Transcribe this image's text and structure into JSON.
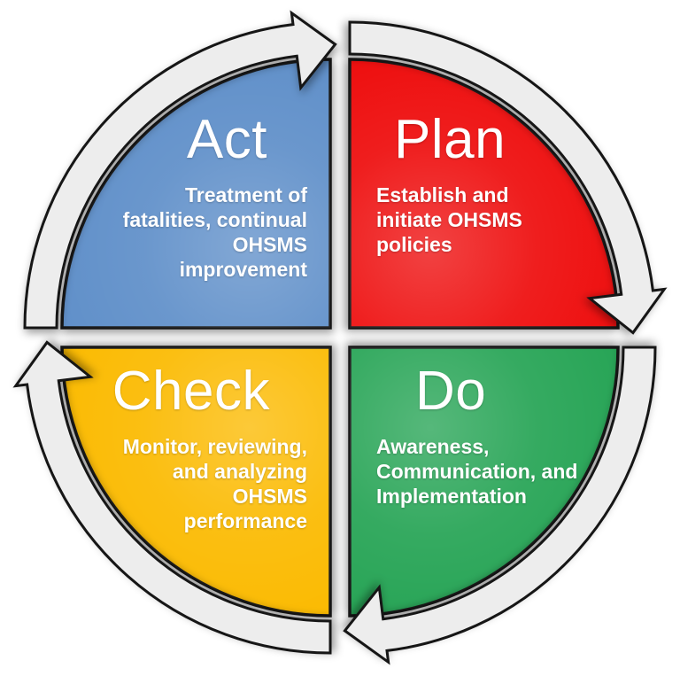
{
  "diagram": {
    "quadrants": [
      {
        "id": "act",
        "label": "Act",
        "description_lines": [
          "Treatment of",
          "fatalities, continual",
          "OHSMS",
          "improvement"
        ],
        "color": "#5E8FC9",
        "position": "top-left"
      },
      {
        "id": "plan",
        "label": "Plan",
        "description_lines": [
          "Establish and",
          "initiate OHSMS",
          "policies"
        ],
        "color": "#EE1111",
        "position": "top-right"
      },
      {
        "id": "do",
        "label": "Do",
        "description_lines": [
          "Awareness,",
          "Communication, and",
          "Implementation"
        ],
        "color": "#28A455",
        "position": "bottom-right"
      },
      {
        "id": "check",
        "label": "Check",
        "description_lines": [
          "Monitor, reviewing,",
          "and analyzing",
          "OHSMS",
          "performance"
        ],
        "color": "#FBBA06",
        "position": "bottom-left"
      }
    ],
    "flow_arrows": [
      {
        "id": "act-to-plan",
        "position": "top"
      },
      {
        "id": "plan-to-do",
        "position": "right"
      },
      {
        "id": "do-to-check",
        "position": "bottom"
      },
      {
        "id": "check-to-act",
        "position": "left"
      }
    ],
    "arrow_color": "#EDEDED",
    "outline_color": "#161616",
    "text_color": "#FFFFFF",
    "background_color": "#FFFFFF"
  }
}
